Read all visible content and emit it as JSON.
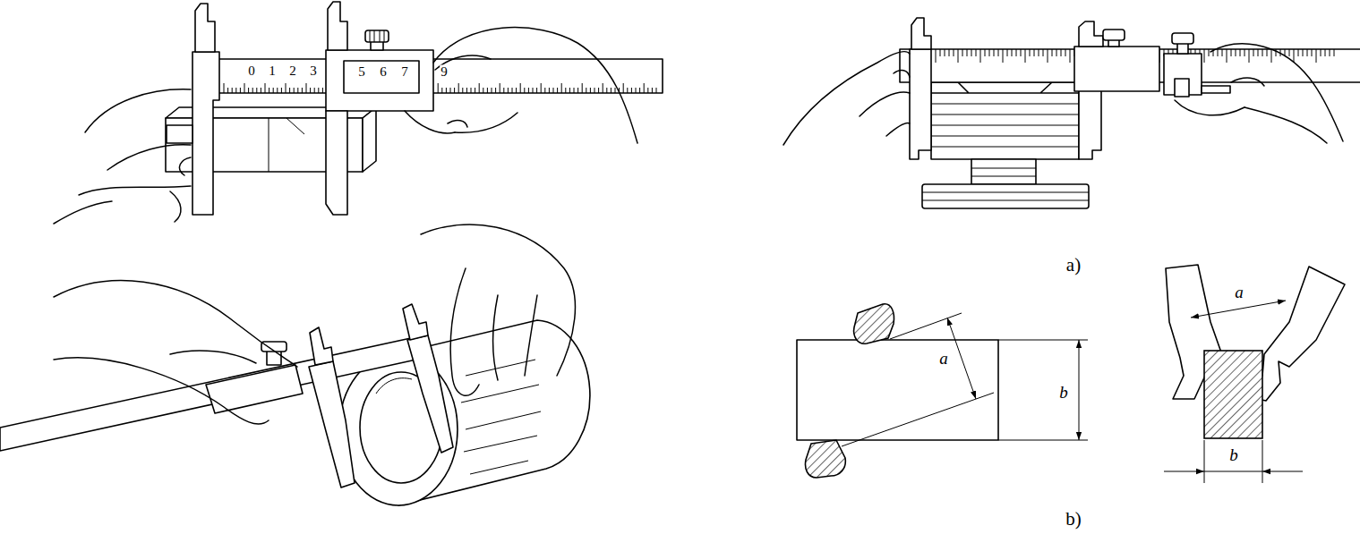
{
  "diagram": {
    "labels": [
      "0",
      "1",
      "2",
      "3",
      "5",
      "6",
      "7",
      "9",
      "a)",
      "a",
      "b",
      "a",
      "b",
      "b)"
    ]
  }
}
